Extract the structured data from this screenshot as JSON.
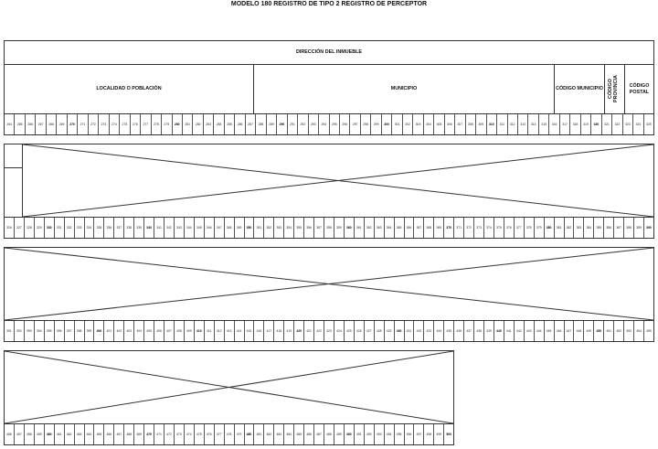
{
  "title": "MODELO 180 REGISTRO DE TIPO 2 REGISTRO DE PERCEPTOR",
  "block1": {
    "group_header": "DIRECCIÓN DEL INMUEBLE",
    "localidad": "LOCALIDAD O POBLACIÓN",
    "municipio": "MUNICIPIO",
    "codigo_municipio": "CÓDIGO MUNICIPIO",
    "codigo_provincia": "CÓDIGO PROVINCIA",
    "codigo_postal": "CÓDIGO POSTAL",
    "positions": {
      "start": 264,
      "end": 325
    }
  },
  "block2": {
    "positions": {
      "start": 326,
      "end": 390
    }
  },
  "block3": {
    "positions": {
      "start": 391,
      "end": 455
    }
  },
  "block4": {
    "positions": {
      "start": 456,
      "end": 500
    }
  }
}
